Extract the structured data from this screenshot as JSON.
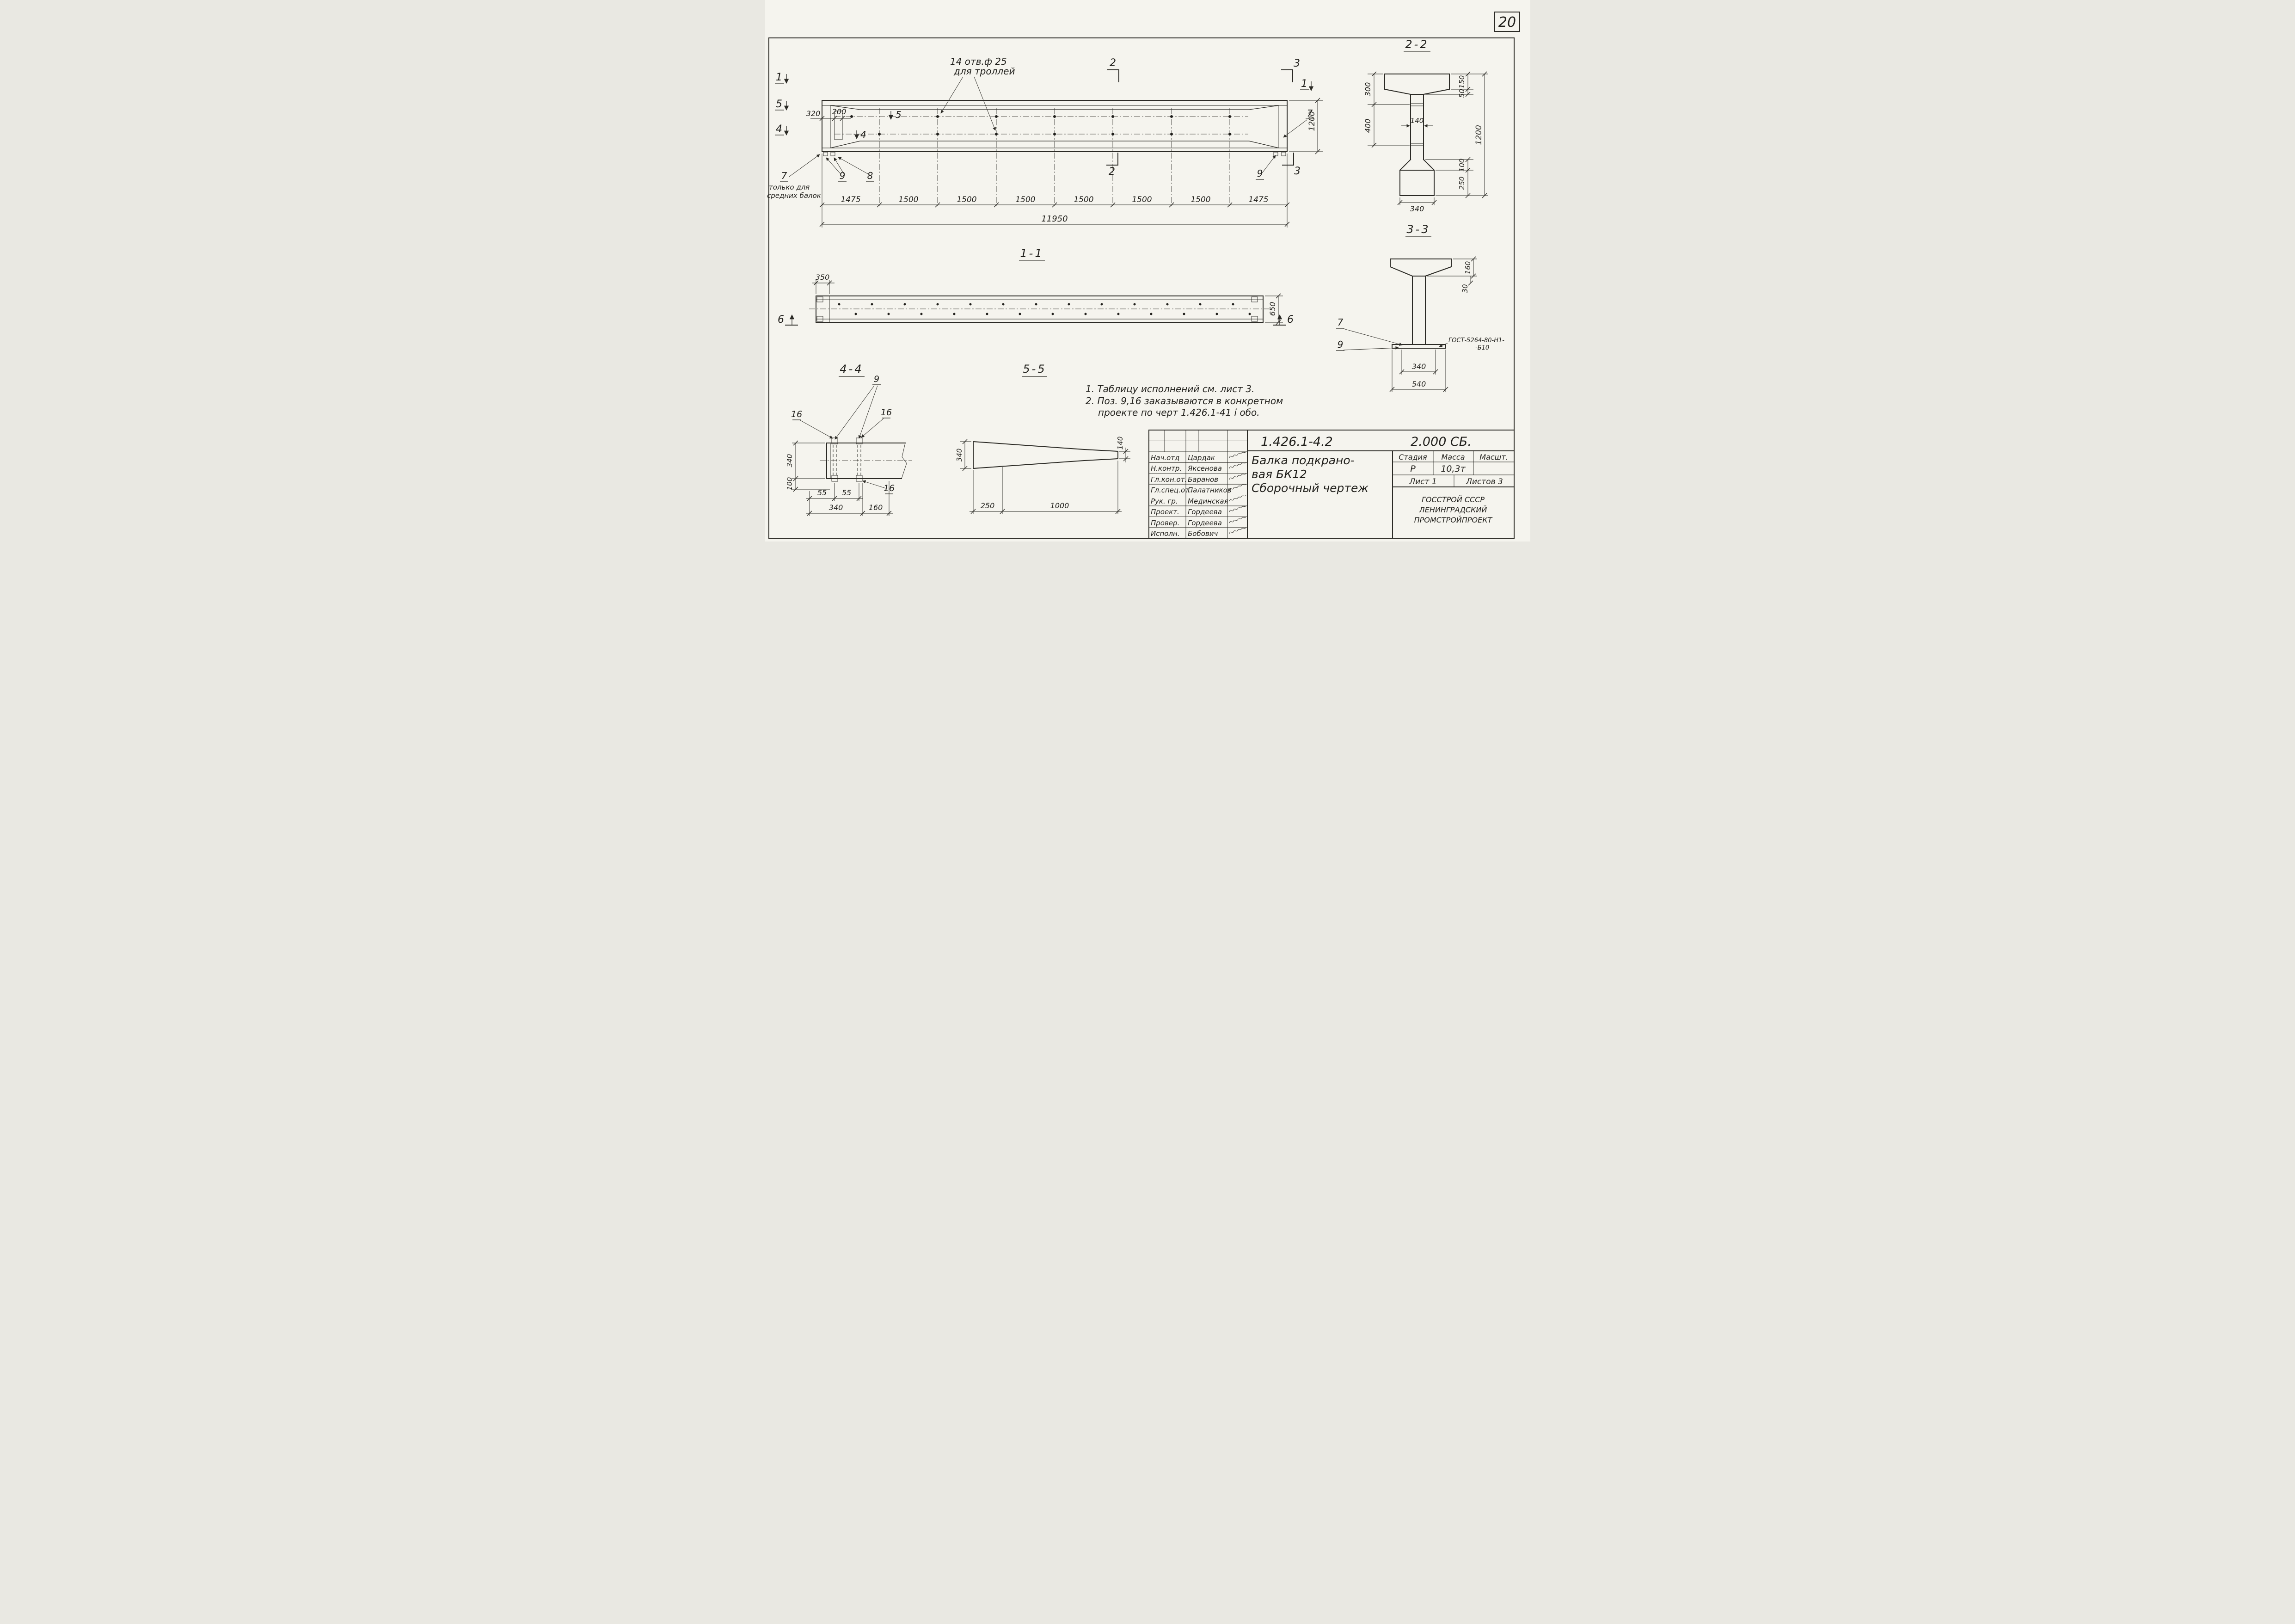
{
  "sheet": {
    "number": "20"
  },
  "elevation": {
    "note_line1": "14 отв.ф 25",
    "note_line2": "для троллей",
    "m1": "1",
    "m2": "2",
    "m3": "3",
    "m4": "4",
    "m5": "5",
    "label_7": "7",
    "label_8": "8",
    "label_9": "9",
    "note_left1": "только для",
    "note_left2": "средних балок",
    "dim_320": "320",
    "dim_200": "200",
    "dim_height": "1200",
    "segments": [
      "1475",
      "1500",
      "1500",
      "1500",
      "1500",
      "1500",
      "1500",
      "1475"
    ],
    "dim_total": "11950"
  },
  "section22": {
    "title": "2-2",
    "d300": "300",
    "d400": "400",
    "d140": "140",
    "d150": "150",
    "d50": "50",
    "d100": "100",
    "d250": "250",
    "d1200": "1200",
    "d340": "340"
  },
  "section11": {
    "title": "1-1",
    "d350": "350",
    "d650": "650",
    "m6": "6"
  },
  "section33": {
    "title": "3-3",
    "d160": "160",
    "d30": "30",
    "d340": "340",
    "d540": "540",
    "label_7": "7",
    "label_9": "9",
    "gost_line1": "ГОСТ-5264-80-Н1-",
    "gost_line2": "-Б10"
  },
  "section44": {
    "title": "4-4",
    "label_16": "16",
    "label_9": "9",
    "d340_left": "340",
    "d100": "100",
    "d55a": "55",
    "d55b": "55",
    "d340_bottom": "340",
    "d160": "160"
  },
  "section55": {
    "title": "5-5",
    "d340": "340",
    "d140": "140",
    "d250": "250",
    "d1000": "1000"
  },
  "notes": {
    "line1": "1. Таблицу исполнений  см. лист 3.",
    "line2": "2. Поз. 9,16 заказываются в конкретном",
    "line3": "проекте по черт 1.426.1-41 i обо."
  },
  "titleblock": {
    "doc_number": "1.426.1-4.2",
    "doc_suffix": "2.000 СБ.",
    "rows": [
      {
        "role": "Нач.отд",
        "name": "Цардак"
      },
      {
        "role": "Н.контр.",
        "name": "Яксенова"
      },
      {
        "role": "Гл.кон.от.",
        "name": "Баранов"
      },
      {
        "role": "Гл.спец.от.",
        "name": "Палатников"
      },
      {
        "role": "Рук. гр.",
        "name": "Мединская"
      },
      {
        "role": "Проект.",
        "name": "Гордеева"
      },
      {
        "role": "Провер.",
        "name": "Гордеева"
      },
      {
        "role": "Исполн.",
        "name": "Бобович"
      }
    ],
    "title_line1": "Балка подкрано-",
    "title_line2": "вая БК12",
    "title_line3": "Сборочный  чертеж",
    "col_stage": "Стадия",
    "col_mass": "Масса",
    "col_scale": "Масшт.",
    "stage_value": "Р",
    "mass_value": "10,3т",
    "sheet_label": "Лист 1",
    "sheets_label": "Листов 3",
    "org_line1": "ГОССТРОЙ СССР",
    "org_line2": "ЛЕНИНГРАДСКИЙ",
    "org_line3": "ПРОМСТРОЙПРОЕКТ"
  }
}
